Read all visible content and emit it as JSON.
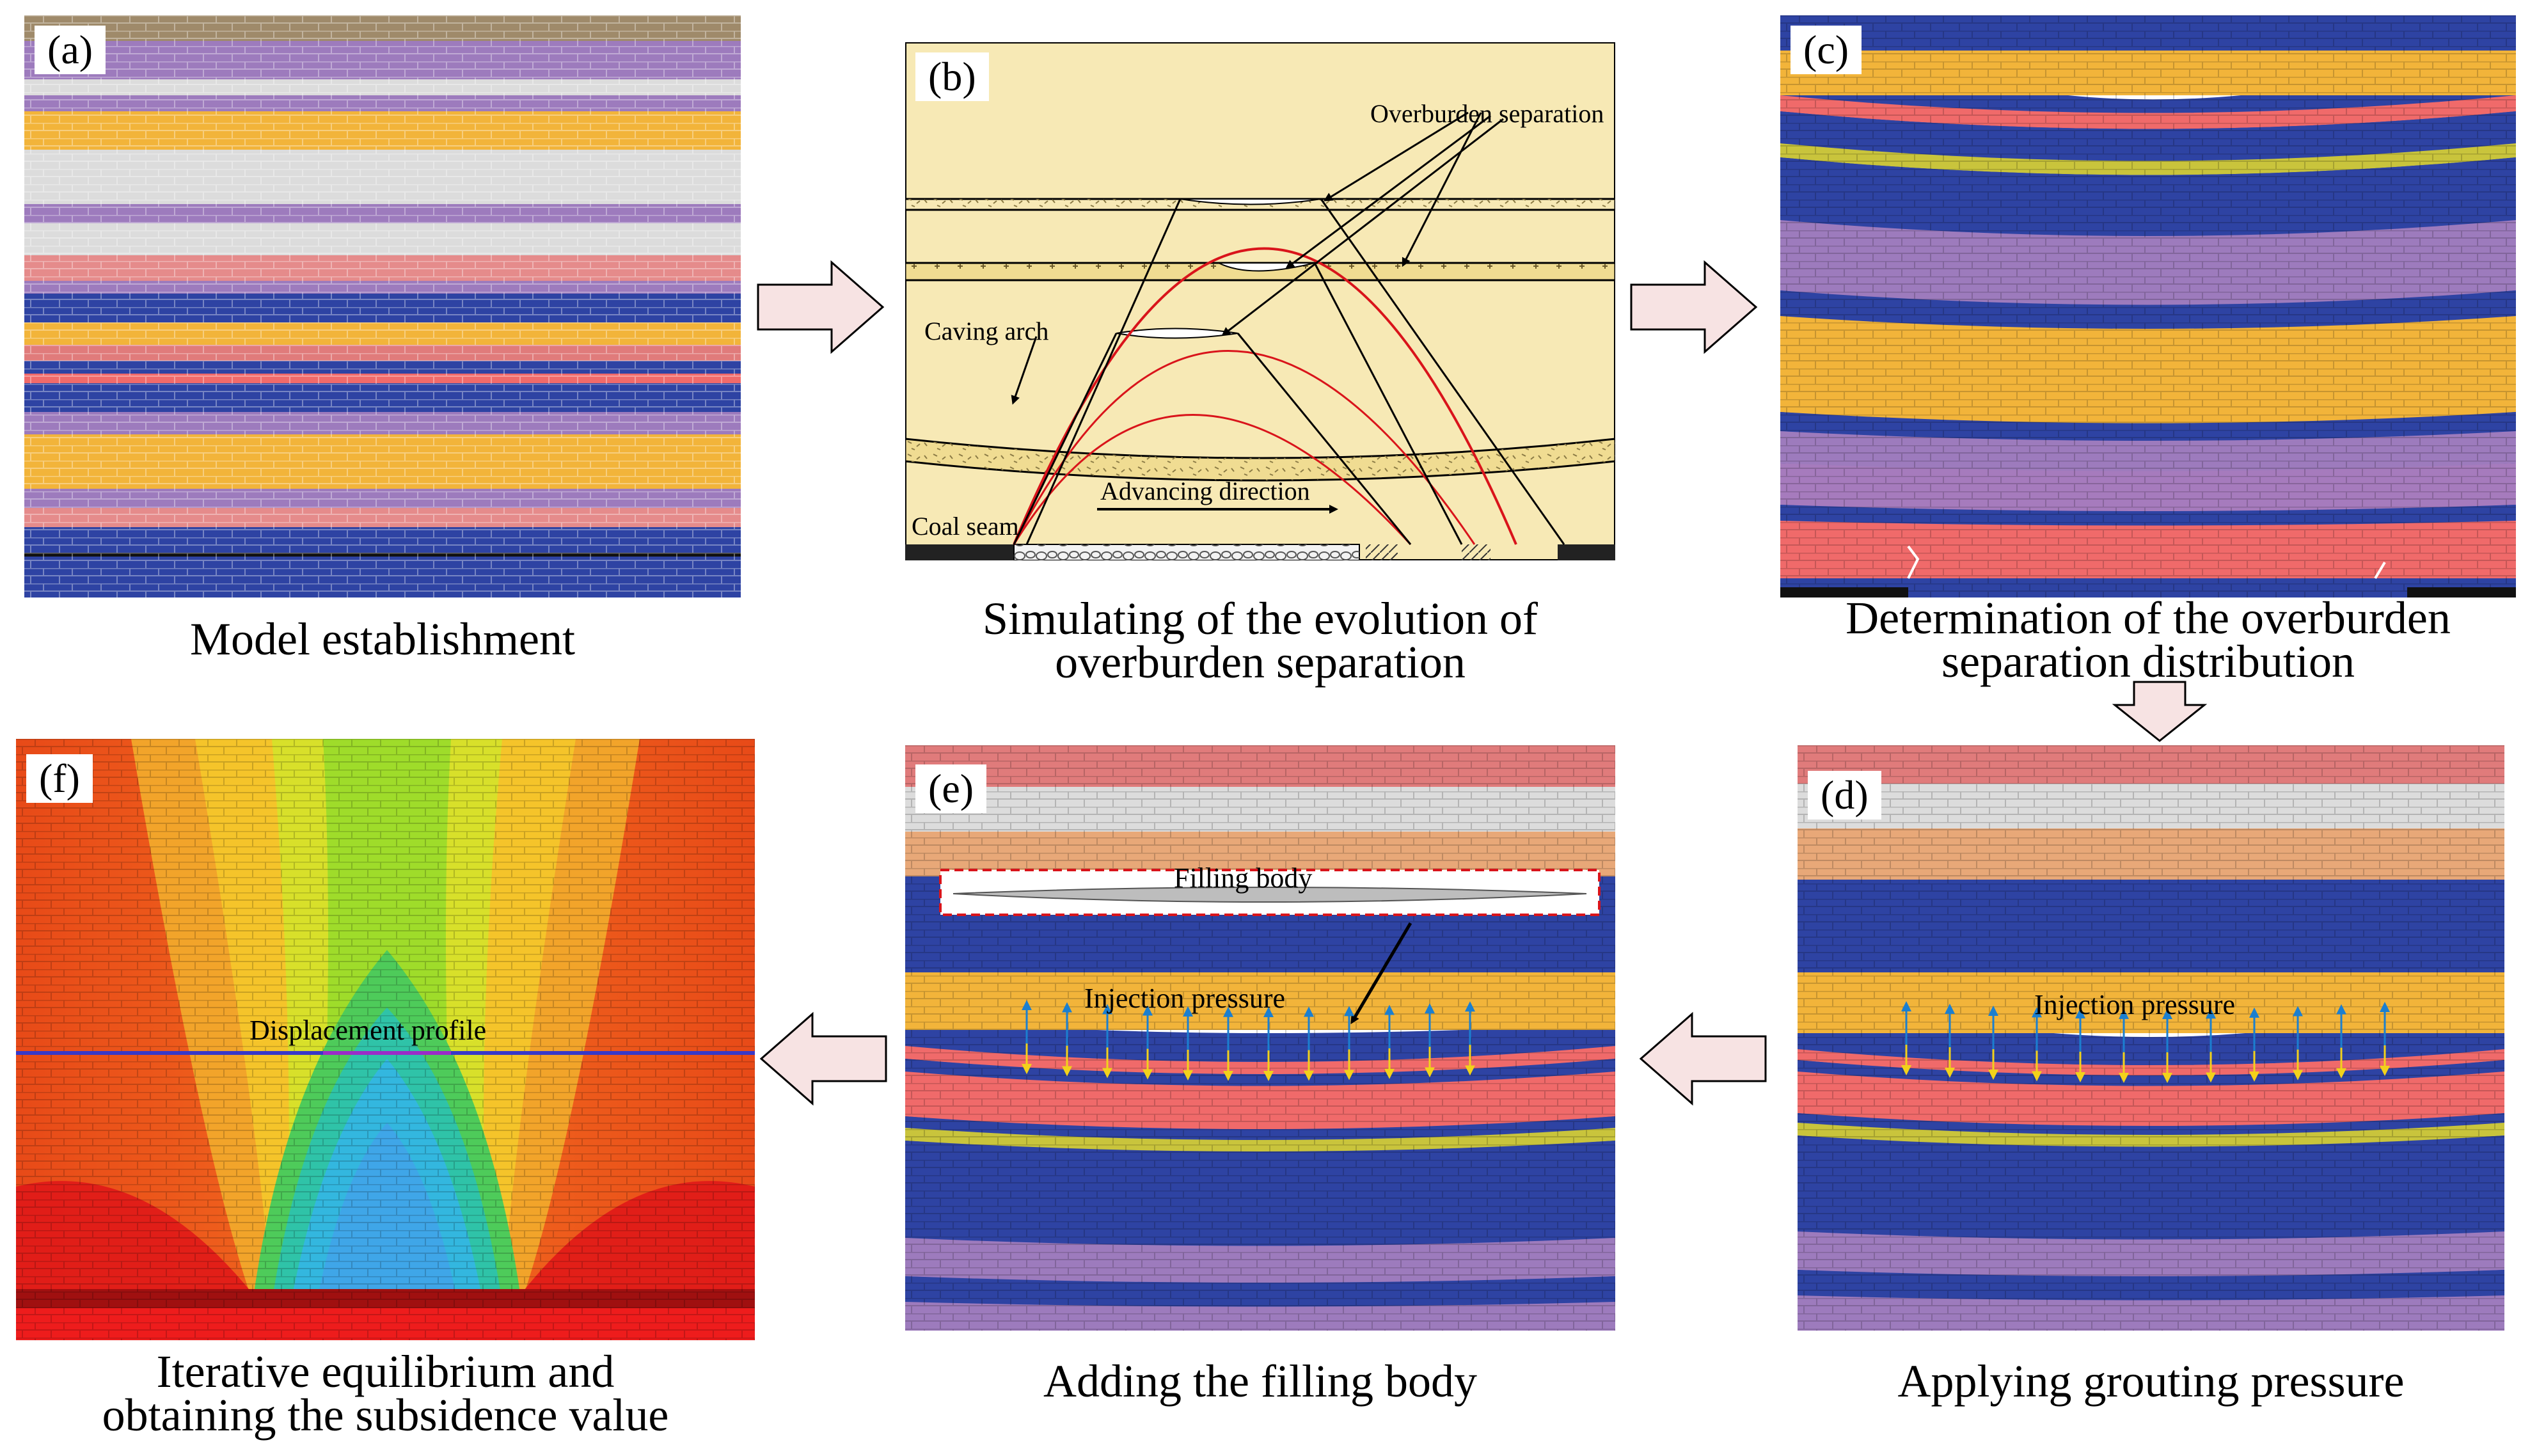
{
  "panels": {
    "a": {
      "tag": "(a)",
      "caption": "Model establishment"
    },
    "b": {
      "tag": "(b)",
      "caption_line1": "Simulating of the evolution of",
      "caption_line2": "overburden separation",
      "labels": {
        "separation": "Overburden separation",
        "arch": "Caving arch",
        "direction": "Advancing direction",
        "seam": "Coal seam"
      }
    },
    "c": {
      "tag": "(c)",
      "caption_line1": "Determination of the overburden",
      "caption_line2": "separation distribution"
    },
    "d": {
      "tag": "(d)",
      "caption": "Applying grouting pressure",
      "labels": {
        "pressure": "Injection pressure"
      }
    },
    "e": {
      "tag": "(e)",
      "caption": "Adding the filling body",
      "labels": {
        "filling": "Filling body",
        "pressure": "Injection pressure"
      }
    },
    "f": {
      "tag": "(f)",
      "caption_line1": "Iterative equilibrium and",
      "caption_line2": "obtaining the subsidence value",
      "labels": {
        "profile": "Displacement profile"
      }
    }
  },
  "colors": {
    "blue": "#2e43a3",
    "purple": "#9d7bbd",
    "orange": "#f2b43a",
    "light_gray": "#dcdcdc",
    "salmon": "#f06a6a",
    "pink": "#e07b7b",
    "olive": "#c9c43c",
    "tan": "#e8a878",
    "brown": "#9f8a6a",
    "panel_b_bg": "#f7e9b5",
    "red_line": "#d9141b",
    "arrow_fill": "#f7e3e3"
  }
}
